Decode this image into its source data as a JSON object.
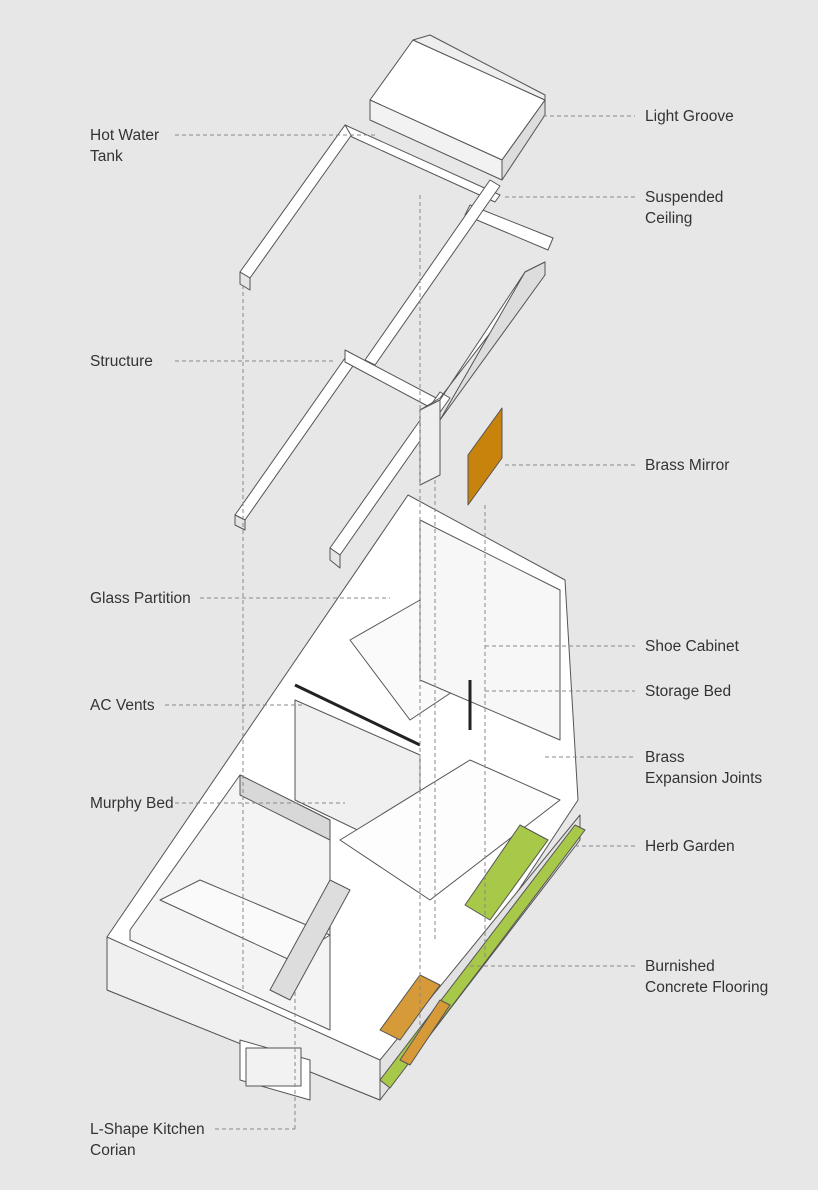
{
  "colors": {
    "background": "#e7e7e7",
    "brass": "#c8830c",
    "herb": "#a8c84a",
    "kitchen": "#d69a38",
    "wall": "#ffffff",
    "edge": "#555555"
  },
  "labels_left": [
    {
      "id": "hot-water-tank",
      "lines": [
        "Hot Water",
        "Tank"
      ]
    },
    {
      "id": "structure",
      "lines": [
        "Structure"
      ]
    },
    {
      "id": "glass-partition",
      "lines": [
        "Glass Partition"
      ]
    },
    {
      "id": "ac-vents",
      "lines": [
        "AC Vents"
      ]
    },
    {
      "id": "murphy-bed",
      "lines": [
        "Murphy Bed"
      ]
    },
    {
      "id": "l-shape-kitchen",
      "lines": [
        "L-Shape Kitchen",
        "Corian"
      ]
    }
  ],
  "labels_right": [
    {
      "id": "light-groove",
      "lines": [
        "Light Groove"
      ]
    },
    {
      "id": "suspended-ceiling",
      "lines": [
        "Suspended",
        "Ceiling"
      ]
    },
    {
      "id": "brass-mirror",
      "lines": [
        "Brass Mirror"
      ]
    },
    {
      "id": "shoe-cabinet",
      "lines": [
        "Shoe Cabinet"
      ]
    },
    {
      "id": "storage-bed",
      "lines": [
        "Storage Bed"
      ]
    },
    {
      "id": "brass-expansion-joints",
      "lines": [
        "Brass",
        "Expansion Joints"
      ]
    },
    {
      "id": "herb-garden",
      "lines": [
        "Herb Garden"
      ]
    },
    {
      "id": "burnished-concrete",
      "lines": [
        "Burnished",
        "Concrete Flooring"
      ]
    }
  ]
}
